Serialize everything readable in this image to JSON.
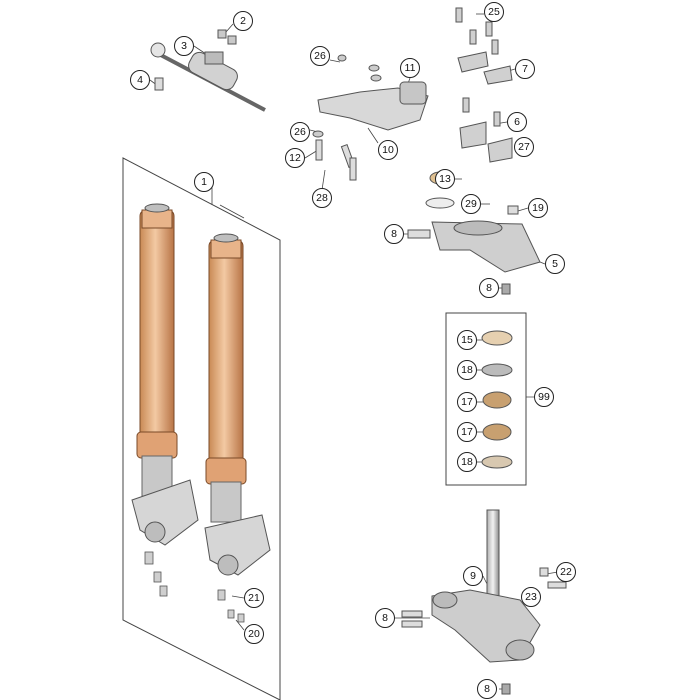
{
  "diagram": {
    "callouts": [
      {
        "id": "c1",
        "label": "1"
      },
      {
        "id": "c2",
        "label": "2"
      },
      {
        "id": "c3",
        "label": "3"
      },
      {
        "id": "c4",
        "label": "4"
      },
      {
        "id": "c5",
        "label": "5"
      },
      {
        "id": "c6",
        "label": "6"
      },
      {
        "id": "c7",
        "label": "7"
      },
      {
        "id": "c8a",
        "label": "8"
      },
      {
        "id": "c8b",
        "label": "8"
      },
      {
        "id": "c8c",
        "label": "8"
      },
      {
        "id": "c8d",
        "label": "8"
      },
      {
        "id": "c9",
        "label": "9"
      },
      {
        "id": "c10",
        "label": "10"
      },
      {
        "id": "c11",
        "label": "11"
      },
      {
        "id": "c12",
        "label": "12"
      },
      {
        "id": "c13",
        "label": "13"
      },
      {
        "id": "c15",
        "label": "15"
      },
      {
        "id": "c17a",
        "label": "17"
      },
      {
        "id": "c17b",
        "label": "17"
      },
      {
        "id": "c18a",
        "label": "18"
      },
      {
        "id": "c18b",
        "label": "18"
      },
      {
        "id": "c19",
        "label": "19"
      },
      {
        "id": "c20",
        "label": "20"
      },
      {
        "id": "c21",
        "label": "21"
      },
      {
        "id": "c22",
        "label": "22"
      },
      {
        "id": "c23",
        "label": "23"
      },
      {
        "id": "c25",
        "label": "25"
      },
      {
        "id": "c26a",
        "label": "26"
      },
      {
        "id": "c26b",
        "label": "26"
      },
      {
        "id": "c27",
        "label": "27"
      },
      {
        "id": "c28",
        "label": "28"
      },
      {
        "id": "c29",
        "label": "29"
      },
      {
        "id": "c99",
        "label": "99"
      }
    ]
  }
}
